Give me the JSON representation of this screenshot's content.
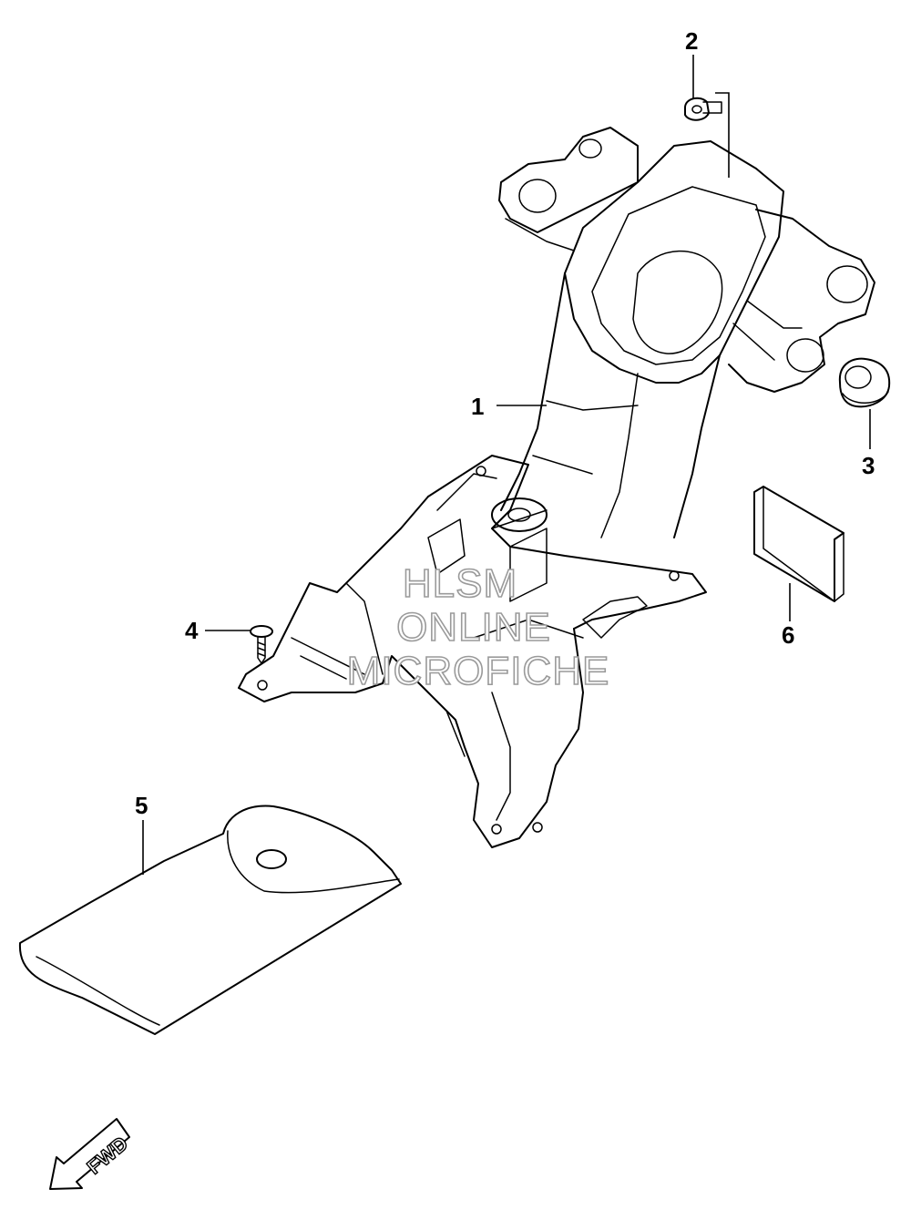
{
  "callouts": {
    "c1": "1",
    "c2": "2",
    "c3": "3",
    "c4": "4",
    "c5": "5",
    "c6": "6"
  },
  "watermark": {
    "line1": "HLSM",
    "line2": "ONLINE",
    "line3": "MICROFICHE",
    "color": "#9a9a9a"
  },
  "direction_badge": {
    "label": "FWD",
    "icon": "arrow-down-left-icon"
  }
}
